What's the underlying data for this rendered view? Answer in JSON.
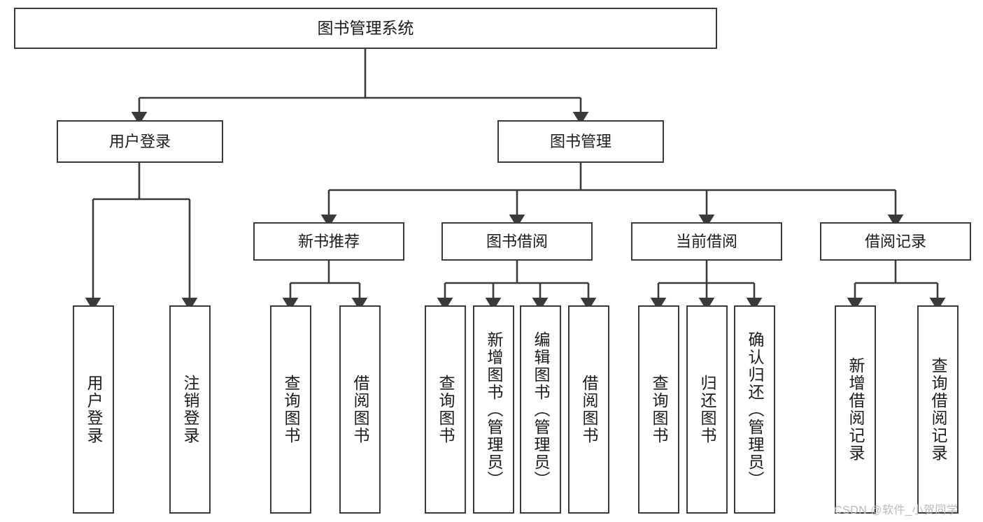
{
  "diagram": {
    "type": "tree",
    "title": "图书管理系统",
    "watermark": "CSDN @软件_小贺同学",
    "colors": {
      "stroke": "#3a3a3a",
      "fill": "#ffffff",
      "text": "#1b1b1b",
      "watermark": "#b9b9b9"
    },
    "root": {
      "label": "图书管理系统"
    },
    "level1": [
      {
        "label": "用户登录"
      },
      {
        "label": "图书管理"
      }
    ],
    "level2": [
      {
        "label": "新书推荐"
      },
      {
        "label": "图书借阅"
      },
      {
        "label": "当前借阅"
      },
      {
        "label": "借阅记录"
      }
    ],
    "leaves": {
      "user_login": [
        {
          "label": "用户登录"
        },
        {
          "label": "注销登录"
        }
      ],
      "new_book_recommend": [
        {
          "label": "查询图书"
        },
        {
          "label": "借阅图书"
        }
      ],
      "book_borrow": [
        {
          "label": "查询图书"
        },
        {
          "label": "新增图书（管理员）"
        },
        {
          "label": "编辑图书（管理员）"
        },
        {
          "label": "借阅图书"
        }
      ],
      "current_borrow": [
        {
          "label": "查询图书"
        },
        {
          "label": "归还图书"
        },
        {
          "label": "确认归还（管理员）"
        }
      ],
      "borrow_record": [
        {
          "label": "新增借阅记录"
        },
        {
          "label": "查询借阅记录"
        }
      ]
    }
  }
}
